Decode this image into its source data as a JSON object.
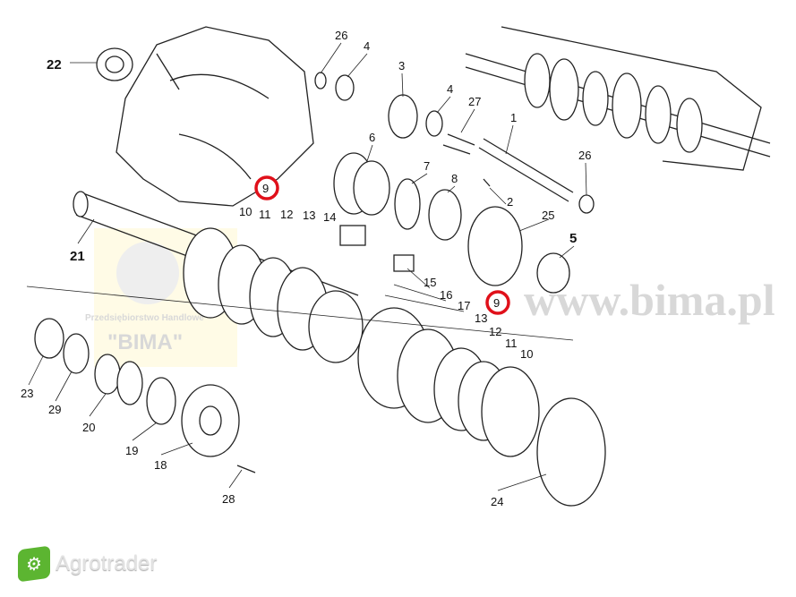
{
  "diagram": {
    "labels": [
      "22",
      "26",
      "4",
      "3",
      "4",
      "27",
      "1",
      "6",
      "7",
      "8",
      "26",
      "2",
      "9",
      "10",
      "11",
      "12",
      "13",
      "14",
      "25",
      "5",
      "21",
      "15",
      "16",
      "17",
      "9",
      "13",
      "12",
      "11",
      "10",
      "23",
      "29",
      "20",
      "19",
      "18",
      "28",
      "24"
    ],
    "highlight_color": "#e0101a"
  },
  "watermark": {
    "company_line": "Przedsiębiorstwo Handlowe",
    "company_name": "\"BIMA\"",
    "website": "www.bima.pl"
  },
  "footer": {
    "brand": "Agrotrader",
    "brand_color": "#5cb531"
  }
}
